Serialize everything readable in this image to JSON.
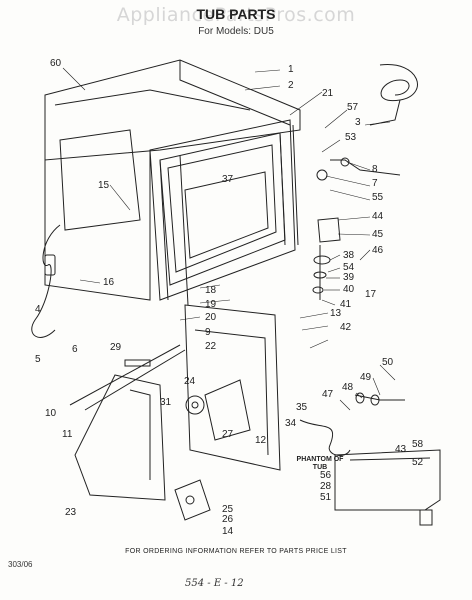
{
  "header": {
    "watermark": "AppliancePartsPros.com",
    "title": "TUB PARTS",
    "subtitle": "For Models: DU5"
  },
  "phantom_label": "PHANTOM OF TUB",
  "footer": {
    "ordering_note": "FOR ORDERING INFORMATION REFER TO PARTS PRICE LIST",
    "doc_code": "303/06",
    "page_note": "554 - E - 12"
  },
  "callouts": [
    "60",
    "1",
    "2",
    "21",
    "57",
    "3",
    "53",
    "8",
    "7",
    "55",
    "37",
    "15",
    "44",
    "45",
    "46",
    "38",
    "54",
    "39",
    "40",
    "17",
    "16",
    "18",
    "19",
    "41",
    "13",
    "42",
    "20",
    "4",
    "9",
    "22",
    "29",
    "5",
    "6",
    "50",
    "49",
    "48",
    "47",
    "24",
    "31",
    "35",
    "34",
    "27",
    "12",
    "58",
    "52",
    "56",
    "28",
    "51",
    "11",
    "23",
    "25",
    "26",
    "14",
    "10",
    "43"
  ]
}
